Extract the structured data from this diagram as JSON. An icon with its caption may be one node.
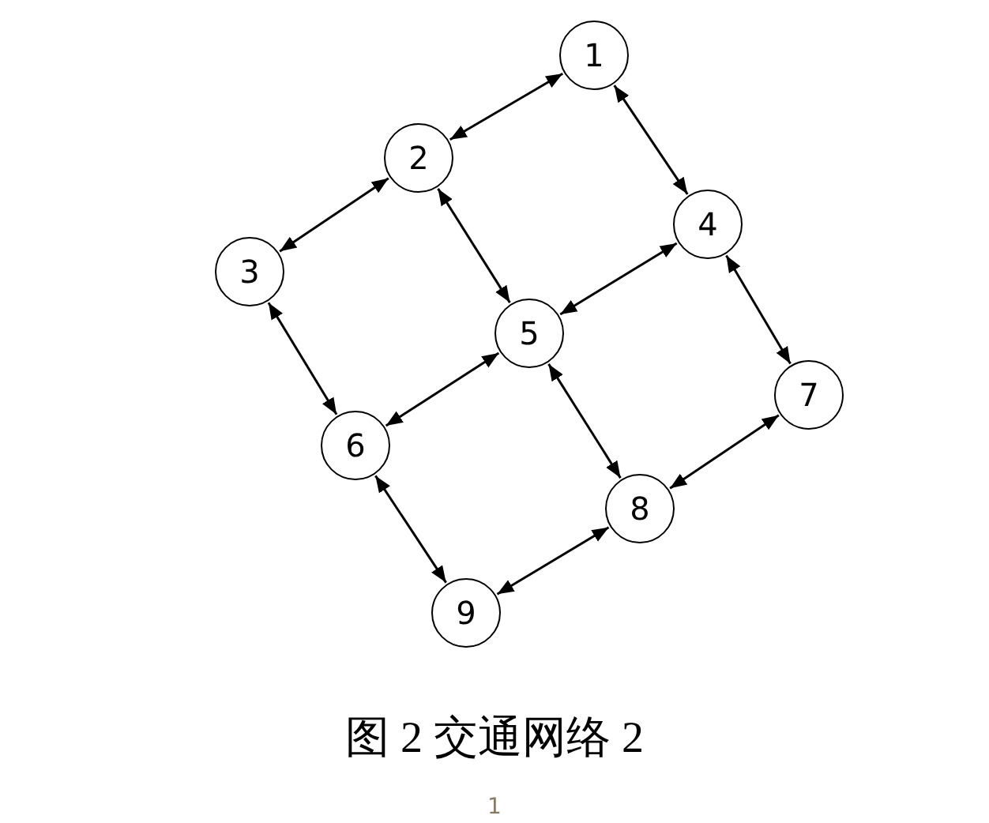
{
  "diagram": {
    "caption": "图 2 交通网络 2",
    "nodes": [
      {
        "text": [
          "1"
        ]
      },
      {
        "text": [
          "2"
        ]
      },
      {
        "text": [
          "3"
        ]
      },
      {
        "text": [
          "4"
        ]
      },
      {
        "text": [
          "5"
        ]
      },
      {
        "text": [
          "6"
        ]
      },
      {
        "text": [
          "7"
        ]
      },
      {
        "text": [
          "8"
        ]
      },
      {
        "text": [
          "9"
        ]
      }
    ],
    "edges": [
      {
        "from": 0,
        "to": 1,
        "arrow": "both"
      },
      {
        "from": 0,
        "to": 3,
        "arrow": "both"
      },
      {
        "from": 1,
        "to": 2,
        "arrow": "both"
      },
      {
        "from": 1,
        "to": 4,
        "arrow": "both"
      },
      {
        "from": 2,
        "to": 5,
        "arrow": "both"
      },
      {
        "from": 3,
        "to": 4,
        "arrow": "both"
      },
      {
        "from": 3,
        "to": 6,
        "arrow": "both"
      },
      {
        "from": 4,
        "to": 5,
        "arrow": "both"
      },
      {
        "from": 4,
        "to": 7,
        "arrow": "both"
      },
      {
        "from": 5,
        "to": 8,
        "arrow": "both"
      },
      {
        "from": 6,
        "to": 7,
        "arrow": "both"
      },
      {
        "from": 7,
        "to": 8,
        "arrow": "both"
      }
    ],
    "labels": [
      "1"
    ]
  }
}
